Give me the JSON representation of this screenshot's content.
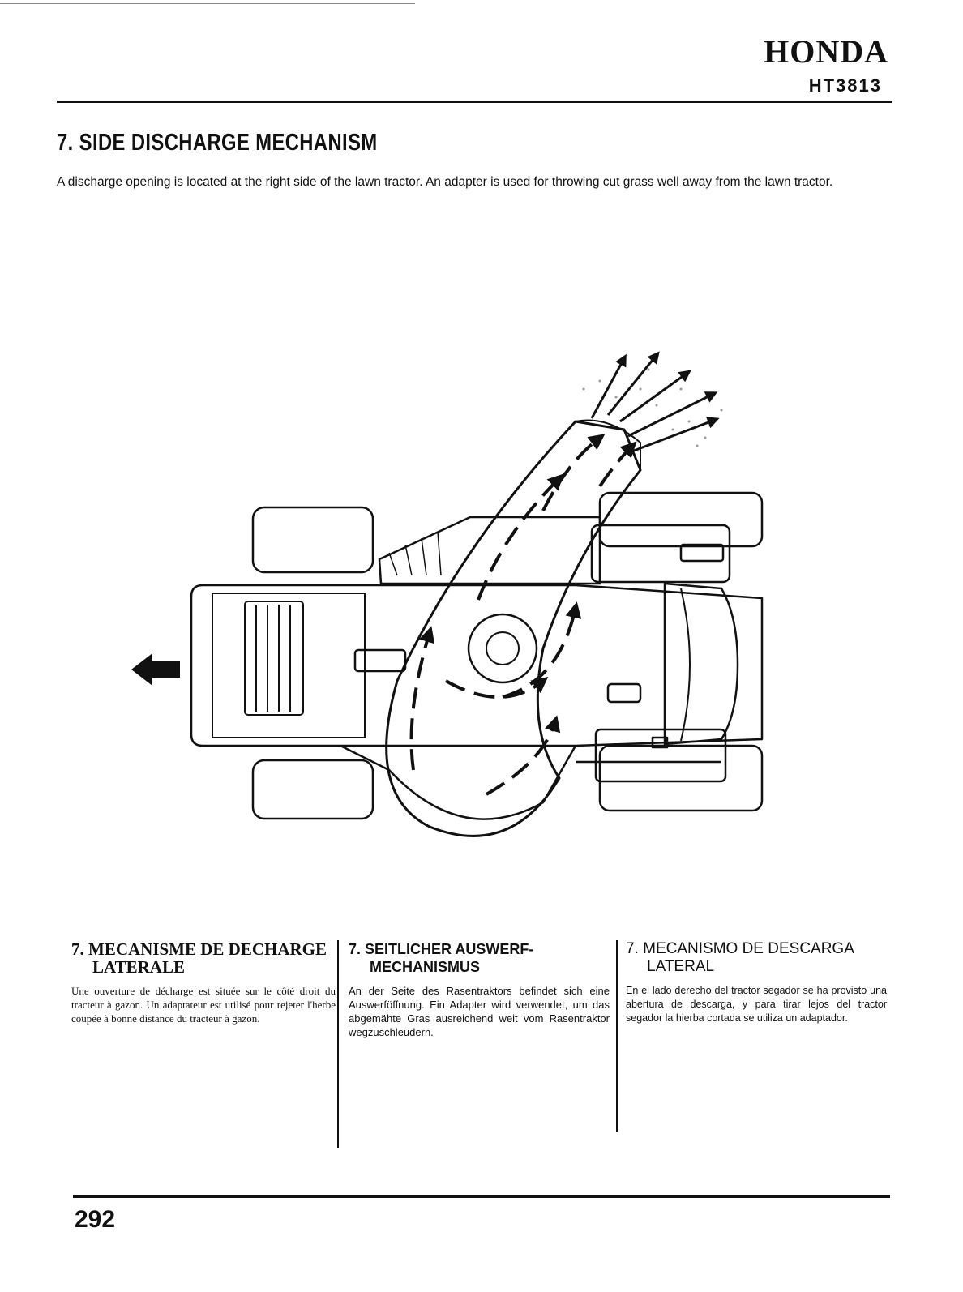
{
  "header": {
    "brand": "HONDA",
    "model": "HT3813"
  },
  "section": {
    "title": "7. SIDE DISCHARGE MECHANISM",
    "body": "A discharge opening is located at the right side of the lawn tractor. An adapter is used for throwing cut grass well away from the lawn tractor."
  },
  "figure": {
    "icons": [
      "direction-arrow-icon",
      "lawn-tractor-illustration",
      "discharge-flow-arrows"
    ]
  },
  "columns": [
    {
      "heading_line1": "7. MECANISME DE DECHARGE",
      "heading_line2": "LATERALE",
      "body": "Une ouverture de décharge est située sur le côté droit du tracteur à gazon. Un adaptateur est utilisé pour rejeter l'herbe coupée à bonne distance du tracteur à gazon."
    },
    {
      "heading_line1": "7. SEITLICHER AUSWERF-",
      "heading_line2": "MECHANISMUS",
      "body": "An der Seite des Rasentraktors befindet sich eine Auswerföffnung. Ein Adapter wird verwendet, um das abgemähte Gras ausreichend weit vom Rasentraktor wegzuschleudern."
    },
    {
      "heading_line1": "7. MECANISMO DE DESCARGA",
      "heading_line2": "LATERAL",
      "body": "En el lado derecho del tractor segador se ha provisto una abertura de descarga, y para tirar lejos del tractor segador la hierba cortada se utiliza un adaptador."
    }
  ],
  "footer": {
    "page_number": "292"
  }
}
